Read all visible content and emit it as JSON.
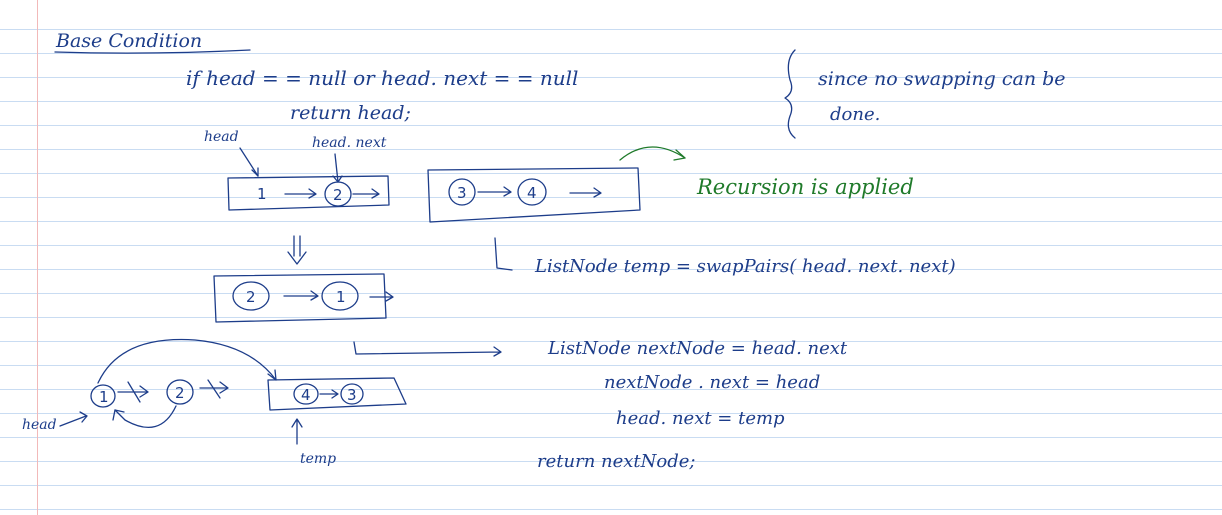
{
  "notes": {
    "heading": "Base Condition",
    "condition": "if  head = = null  or  head. next  = = null",
    "return_head": "return  head;",
    "reason": "since  no  swapping  can  be",
    "reason_cont": "done.",
    "label_head": "head",
    "label_head_next": "head. next",
    "recursion_note": "Recursion is applied",
    "temp_line": "ListNode      temp  =  swapPairs( head. next. next)",
    "line_next_node": "ListNode   nextNode  =  head. next",
    "line_next_next": "nextNode . next  =   head",
    "line_head_next": "head. next   =  temp",
    "line_return": "return   nextNode;",
    "label_head_bottom": "head",
    "label_temp_bottom": "temp"
  },
  "lists": {
    "first": [
      "1",
      "2"
    ],
    "rest": [
      "3",
      "4"
    ],
    "swapped": [
      "2",
      "1"
    ],
    "bottom": [
      "1",
      "2"
    ],
    "bottom_rest": [
      "4",
      "3"
    ]
  },
  "colors": {
    "ink_blue": "#1d3d8a",
    "ink_green": "#1f7a2a",
    "ruling": "#c9dcf2",
    "margin": "#f2b9b9"
  }
}
